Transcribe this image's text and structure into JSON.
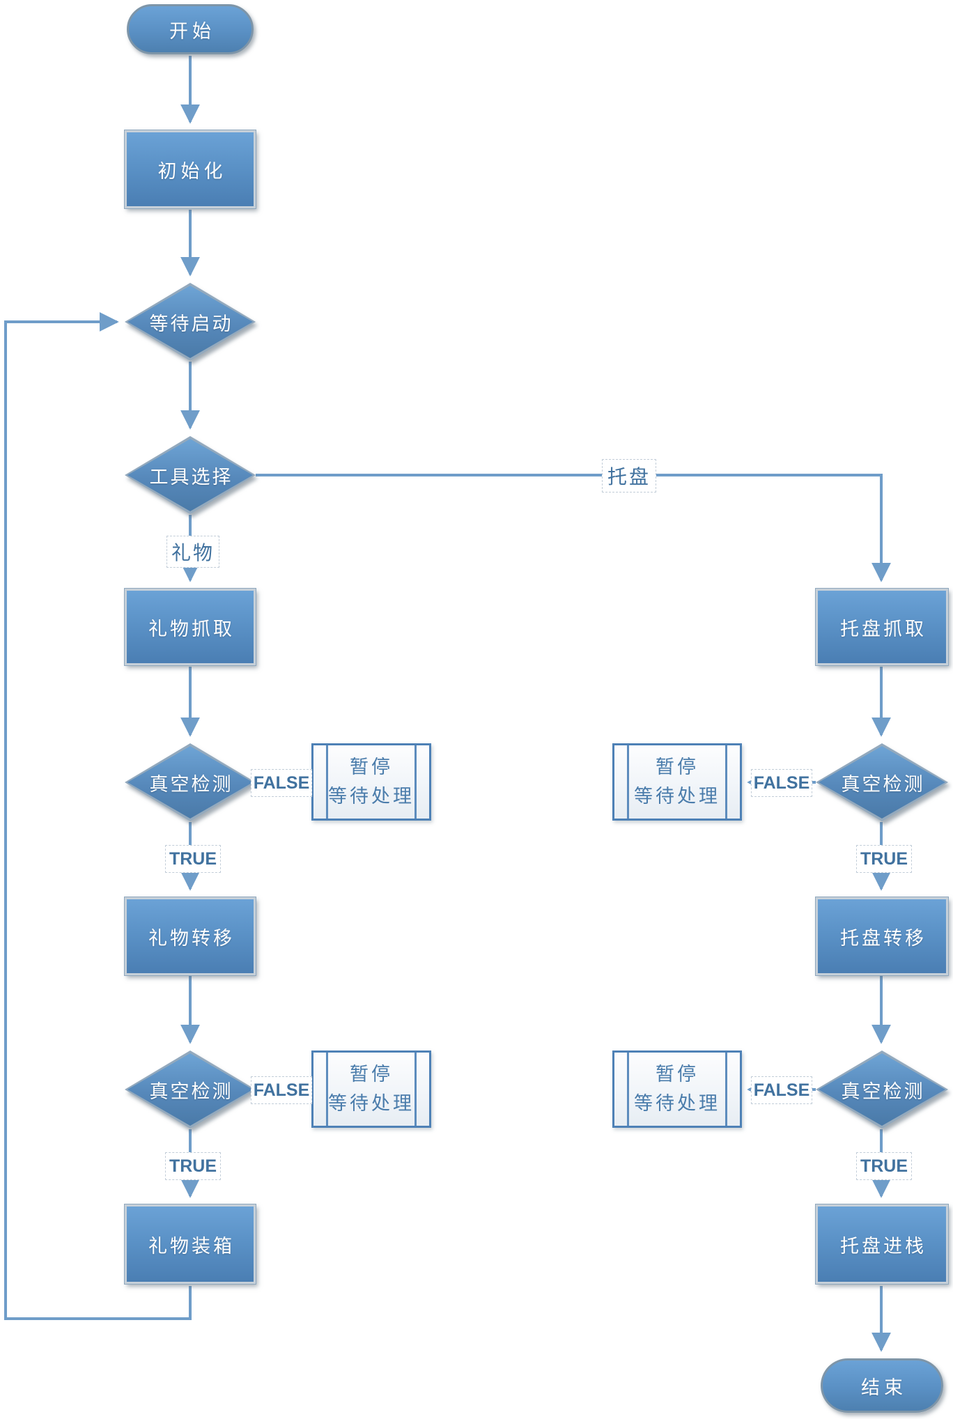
{
  "flowchart": {
    "nodes": {
      "start": {
        "type": "terminator",
        "label": "开始"
      },
      "init": {
        "type": "process",
        "label": "初始化"
      },
      "wait_start": {
        "type": "decision",
        "label": "等待启动"
      },
      "tool_select": {
        "type": "decision",
        "label": "工具选择"
      },
      "gift_pick": {
        "type": "process",
        "label": "礼物抓取"
      },
      "gift_vacuum_1": {
        "type": "decision",
        "label": "真空检测"
      },
      "gift_pause_1": {
        "type": "predefined-process",
        "line1": "暂停",
        "line2": "等待处理"
      },
      "gift_transfer": {
        "type": "process",
        "label": "礼物转移"
      },
      "gift_vacuum_2": {
        "type": "decision",
        "label": "真空检测"
      },
      "gift_pause_2": {
        "type": "predefined-process",
        "line1": "暂停",
        "line2": "等待处理"
      },
      "gift_boxing": {
        "type": "process",
        "label": "礼物装箱"
      },
      "tray_pick": {
        "type": "process",
        "label": "托盘抓取"
      },
      "tray_vacuum_1": {
        "type": "decision",
        "label": "真空检测"
      },
      "tray_pause_1": {
        "type": "predefined-process",
        "line1": "暂停",
        "line2": "等待处理"
      },
      "tray_transfer": {
        "type": "process",
        "label": "托盘转移"
      },
      "tray_vacuum_2": {
        "type": "decision",
        "label": "真空检测"
      },
      "tray_pause_2": {
        "type": "predefined-process",
        "line1": "暂停",
        "line2": "等待处理"
      },
      "tray_stack": {
        "type": "process",
        "label": "托盘进栈"
      },
      "end": {
        "type": "terminator",
        "label": "结束"
      }
    },
    "edge_labels": {
      "gift_branch": "礼物",
      "tray_branch": "托盘",
      "gift_false_1": "FALSE",
      "gift_true_1": "TRUE",
      "gift_false_2": "FALSE",
      "gift_true_2": "TRUE",
      "tray_false_1": "FALSE",
      "tray_true_1": "TRUE",
      "tray_false_2": "FALSE",
      "tray_true_2": "TRUE"
    },
    "edges": [
      {
        "from": "start",
        "to": "init"
      },
      {
        "from": "init",
        "to": "wait_start"
      },
      {
        "from": "wait_start",
        "to": "tool_select"
      },
      {
        "from": "tool_select",
        "to": "gift_pick",
        "label": "礼物"
      },
      {
        "from": "tool_select",
        "to": "tray_pick",
        "label": "托盘"
      },
      {
        "from": "gift_pick",
        "to": "gift_vacuum_1"
      },
      {
        "from": "gift_vacuum_1",
        "to": "gift_pause_1",
        "label": "FALSE"
      },
      {
        "from": "gift_vacuum_1",
        "to": "gift_transfer",
        "label": "TRUE"
      },
      {
        "from": "gift_transfer",
        "to": "gift_vacuum_2"
      },
      {
        "from": "gift_vacuum_2",
        "to": "gift_pause_2",
        "label": "FALSE"
      },
      {
        "from": "gift_vacuum_2",
        "to": "gift_boxing",
        "label": "TRUE"
      },
      {
        "from": "gift_boxing",
        "to": "wait_start"
      },
      {
        "from": "tray_pick",
        "to": "tray_vacuum_1"
      },
      {
        "from": "tray_vacuum_1",
        "to": "tray_pause_1",
        "label": "FALSE"
      },
      {
        "from": "tray_vacuum_1",
        "to": "tray_transfer",
        "label": "TRUE"
      },
      {
        "from": "tray_transfer",
        "to": "tray_vacuum_2"
      },
      {
        "from": "tray_vacuum_2",
        "to": "tray_pause_2",
        "label": "FALSE"
      },
      {
        "from": "tray_vacuum_2",
        "to": "tray_stack",
        "label": "TRUE"
      },
      {
        "from": "tray_stack",
        "to": "end"
      }
    ],
    "colors": {
      "node_fill_top": "#6ba2d6",
      "node_fill_bottom": "#4a7eb3",
      "node_border": "#c6d0d9",
      "connector": "#6f9dc9",
      "node_text": "#ffffff",
      "label_text": "#41729f",
      "pause_border": "#4e81b6",
      "pause_fill": "#f4f8fb"
    }
  }
}
